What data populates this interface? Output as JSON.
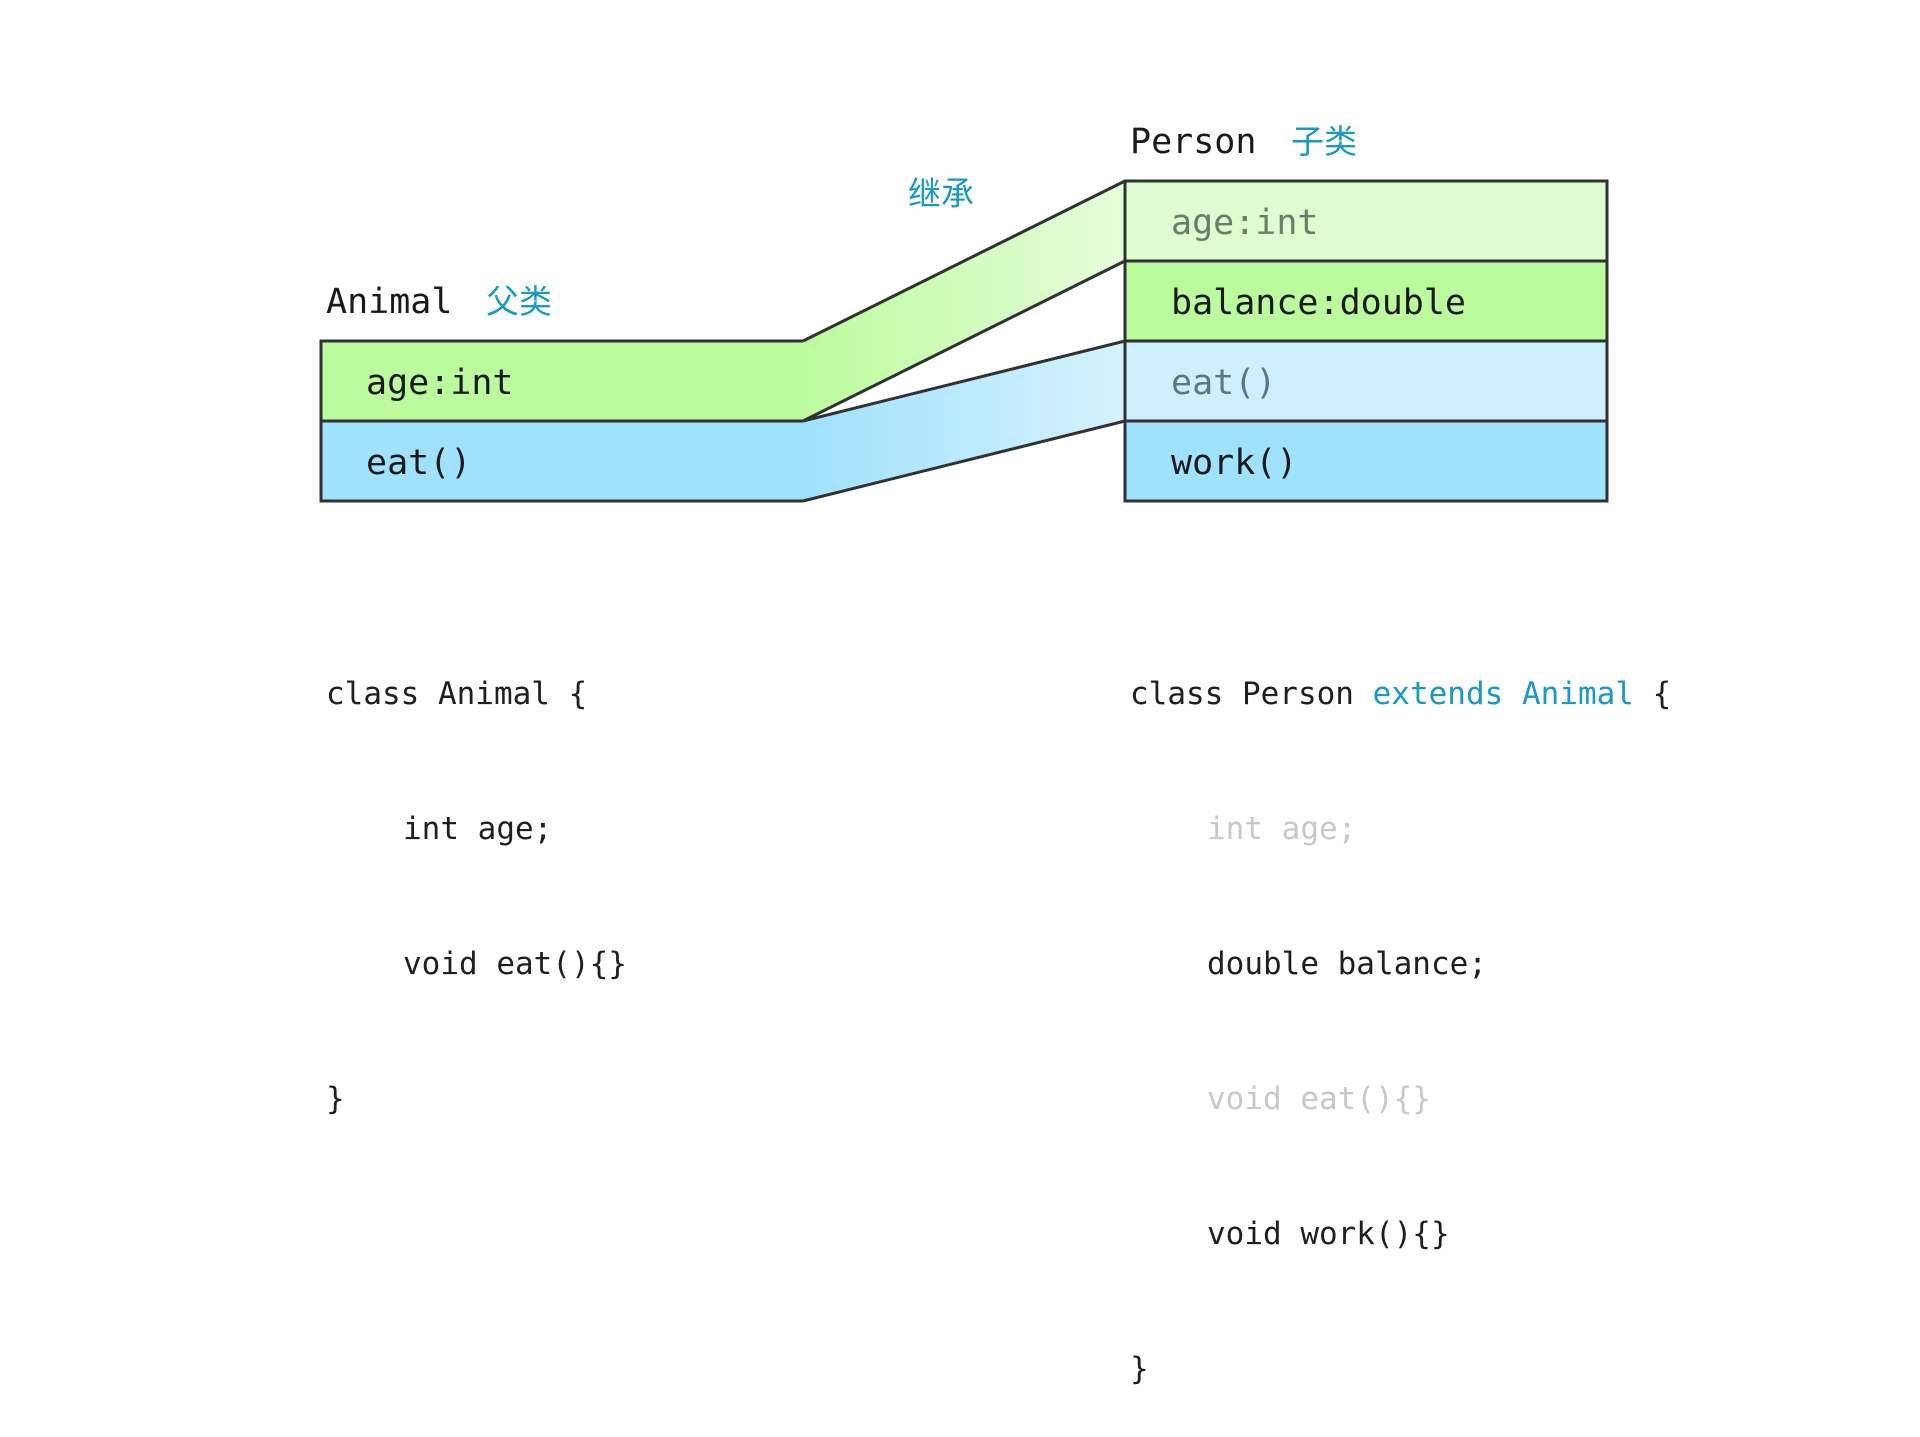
{
  "colors": {
    "green_field": "#bcfb9d",
    "green_inherited": "#defdd0",
    "blue_field": "#a0e1fd",
    "blue_inherited": "#cfeffe",
    "border": "#2f3133",
    "accent_blue": "#1999c6",
    "muted_code": "#c8c8c8",
    "inherited_text": "#6b7d68"
  },
  "parent": {
    "name": "Animal",
    "tag": "父类",
    "fields": [
      "age:int",
      "eat()"
    ]
  },
  "child": {
    "name": "Person",
    "tag": "子类",
    "fields": [
      "age:int",
      "balance:double",
      "eat()",
      "work()"
    ]
  },
  "connector_label": "继承",
  "code": {
    "parent": {
      "line1": "class Animal {",
      "line2": "int age;",
      "line3": "void eat(){}",
      "line4": "}"
    },
    "child": {
      "line1_prefix": "class Person ",
      "line1_extends": "extends Animal",
      "line1_suffix": " {",
      "line2": "int age;",
      "line3": "double balance;",
      "line4": "void eat(){}",
      "line5": "void work(){}",
      "line6": "}"
    }
  }
}
